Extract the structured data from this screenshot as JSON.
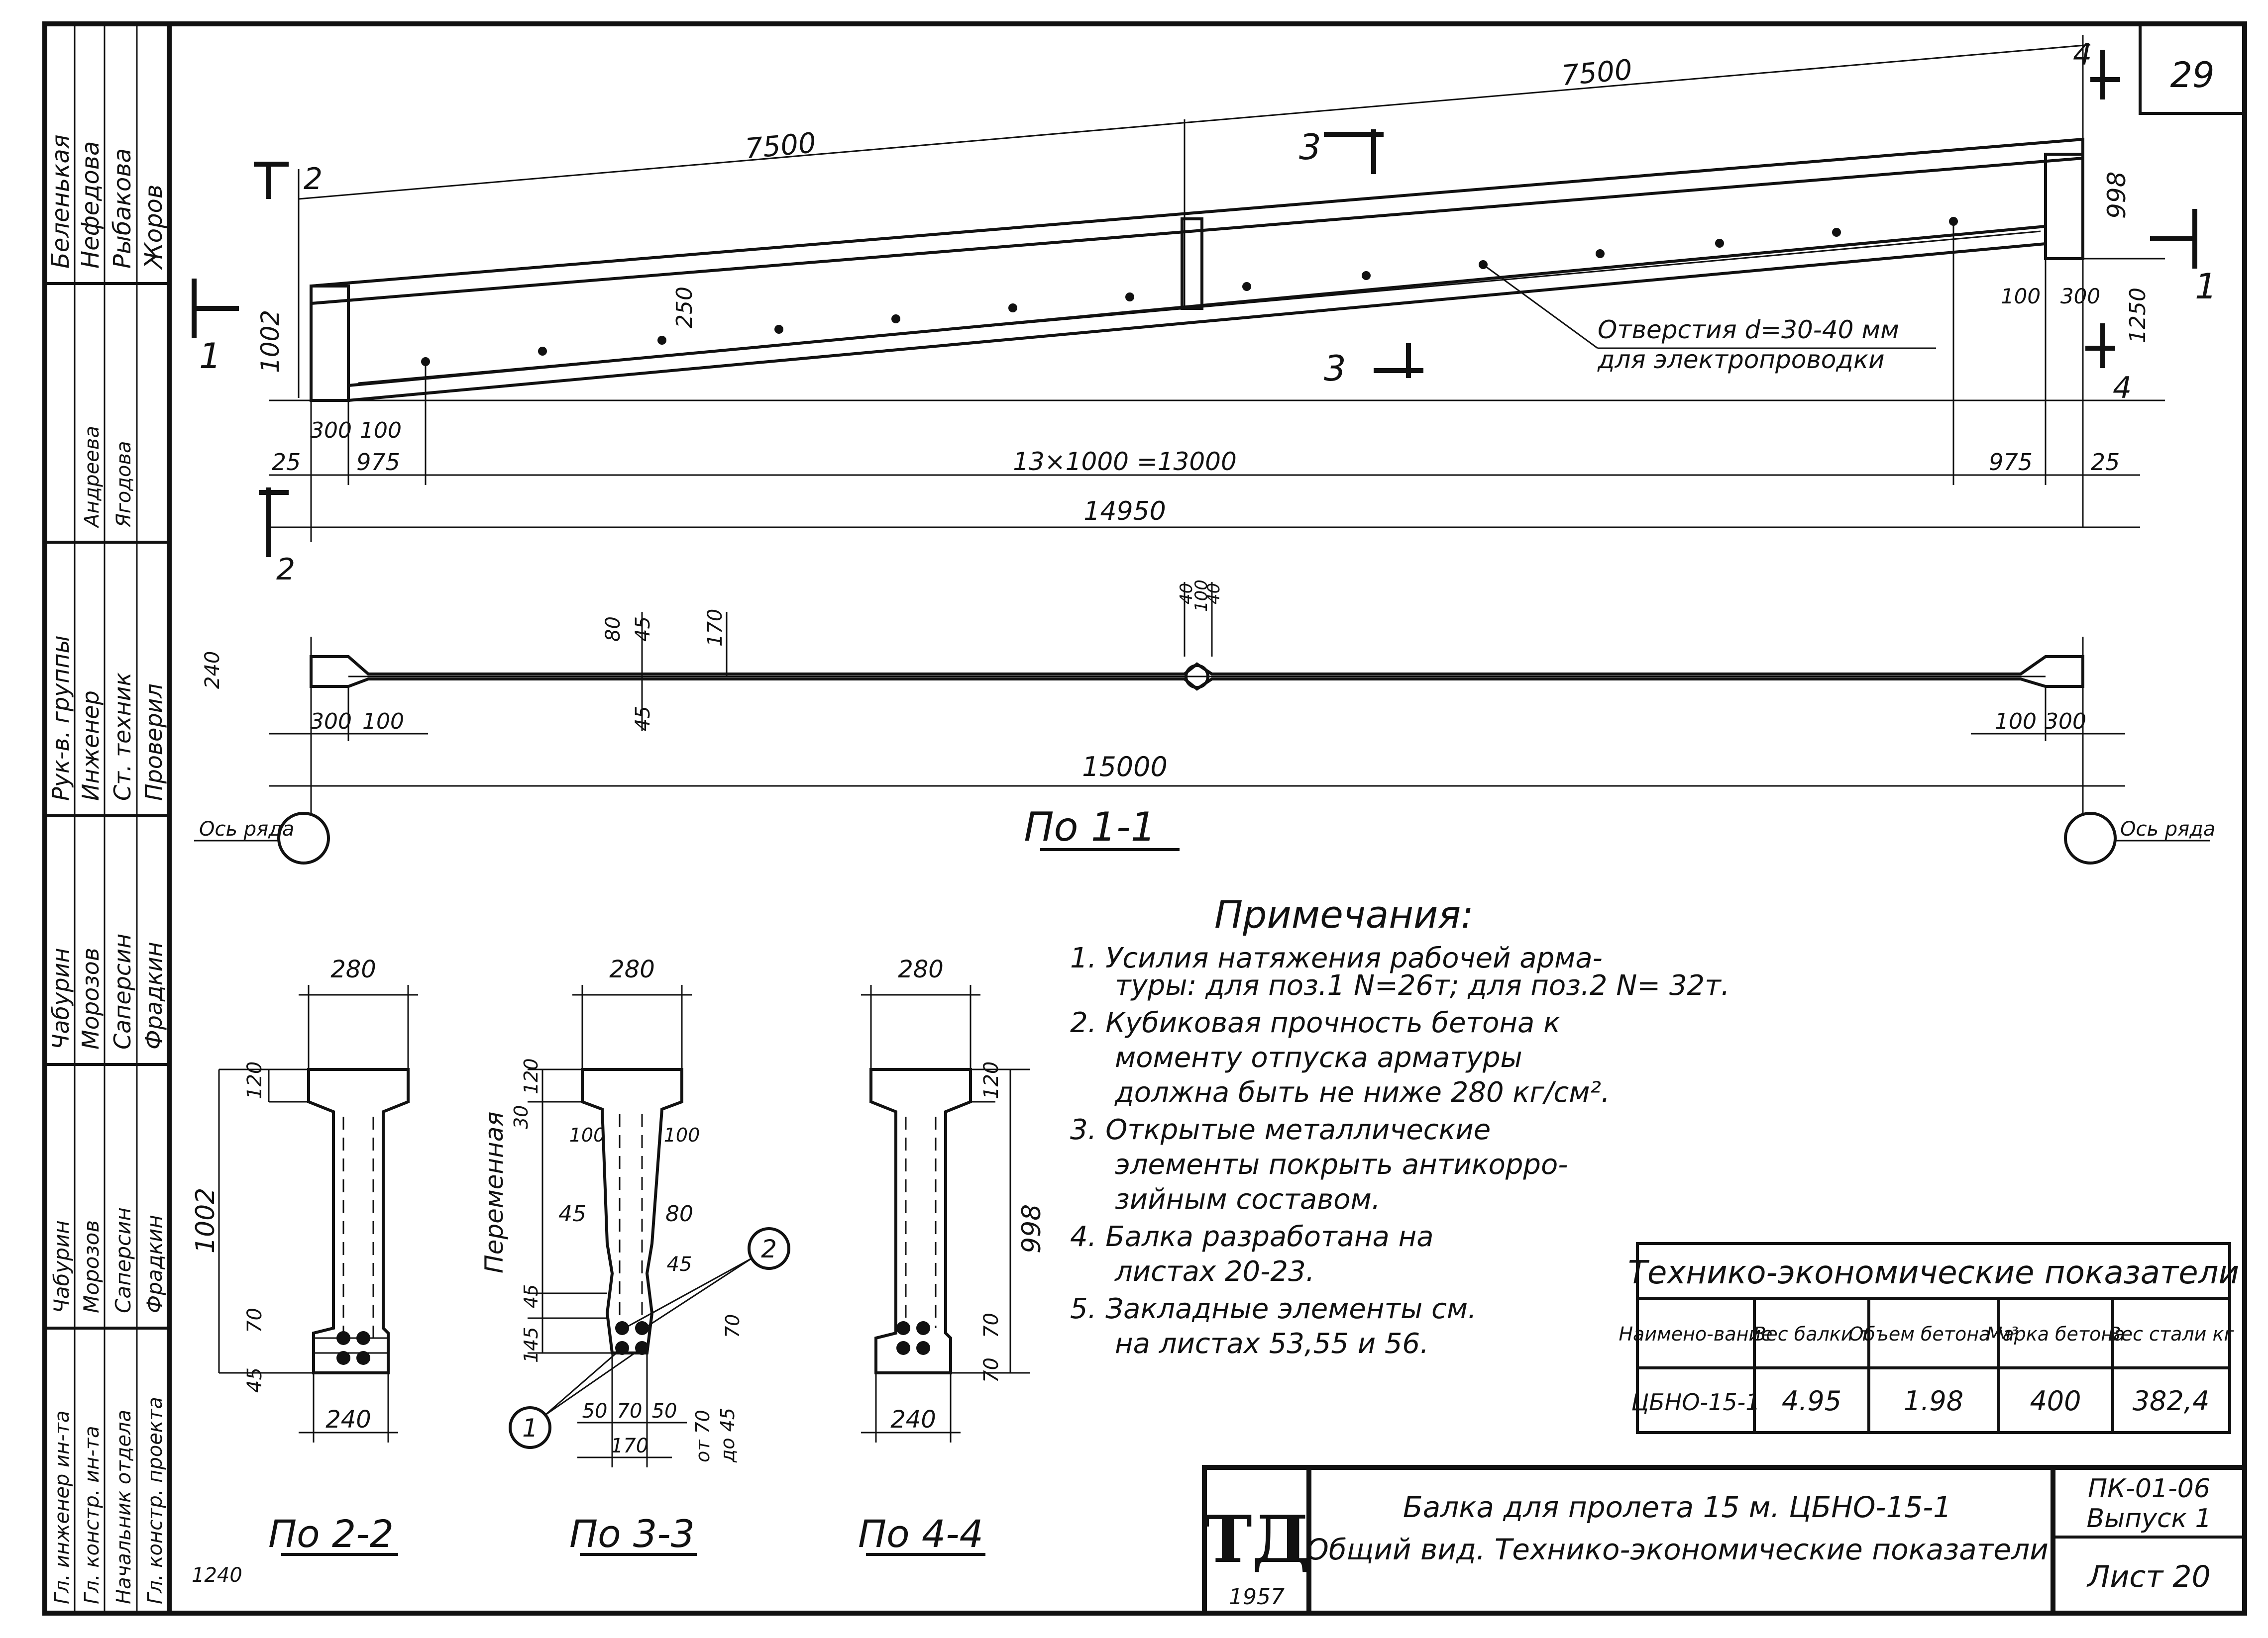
{
  "sheet_number": "29",
  "side_stamp": {
    "top_names": [
      "Беленькая",
      "Нефедова",
      "Рыбакова",
      "Жоров"
    ],
    "top_signatures": [
      "Андреева",
      "Ягодова"
    ],
    "group_roles": [
      "Рук-в. группы",
      "Инженер",
      "Ст. техник",
      "Проверил"
    ],
    "group_names": [
      "Чабурин",
      "Морозов",
      "Саперсин",
      "Фрадкин"
    ],
    "group_signatures": [
      "Чабурин",
      "Морозов",
      "Саперсин",
      "Фрадкин"
    ],
    "bottom_roles": [
      "Гл. инженер ин-та",
      "Гл. констр. ин-та",
      "Начальник отдела",
      "Гл. констр. проекта"
    ]
  },
  "main_view": {
    "dim_top_left": "7500",
    "dim_top_right": "7500",
    "dim_height_left": "1002",
    "dim_height_right": "998",
    "dim_right_lower": "1250",
    "dim_250": "250",
    "dim_300": "300",
    "dim_100": "100",
    "dim_25": "25",
    "dim_975": "975",
    "dim_spacing": "13×1000 =13000",
    "dim_total": "14950",
    "holes_note_1": "Отверстия d=30-40 мм",
    "holes_note_2": "для электропроводки",
    "cut_1": "1",
    "cut_2": "2",
    "cut_3": "3",
    "cut_4": "4"
  },
  "plan_view": {
    "dim_240": "240",
    "dim_80": "80",
    "dim_45": "45",
    "dim_170": "170",
    "dim_40": "40",
    "dim_100": "100",
    "dim_300": "300",
    "dim_total": "15000",
    "axis_label_left": "Ось ряда",
    "axis_label_right": "Ось ряда",
    "view_title": "По 1-1"
  },
  "notes": {
    "title": "Примечания:",
    "items": [
      "1. Усилия натяжения рабочей арма-",
      "туры: для поз.1 N=26т; для поз.2 N= 32т.",
      "2. Кубиковая прочность бетона к",
      "моменту отпуска арматуры",
      "должна быть не ниже 280 кг/см².",
      "3. Открытые металлические",
      "элементы покрыть антикорро-",
      "зийным составом.",
      "4. Балка разработана на",
      "листах 20-23.",
      "5. Закладные элементы см.",
      "на листах 53,55 и 56."
    ]
  },
  "sections": {
    "s22": {
      "title": "По 2-2",
      "w_top": "280",
      "w_bottom": "240",
      "h": "1002",
      "d120": "120",
      "d70": "70",
      "d45": "45"
    },
    "s33": {
      "title": "По 3-3",
      "w_top": "280",
      "w_bottom": "170",
      "variable": "Переменная",
      "d120": "120",
      "d30": "30",
      "d100a": "100",
      "d100b": "100",
      "d45a": "45",
      "d80": "80",
      "d45b": "45",
      "d45c": "45",
      "d145": "145",
      "d70": "70",
      "d50a": "50",
      "d70b": "70",
      "d50b": "50",
      "note_from": "от 70",
      "note_to": "до 45",
      "callout_1": "1",
      "callout_2": "2"
    },
    "s44": {
      "title": "По 4-4",
      "w_top": "280",
      "w_bottom": "240",
      "h": "998",
      "d120": "120",
      "d70a": "70",
      "d70b": "70"
    }
  },
  "table": {
    "title": "Технико-экономические показатели",
    "headers": [
      "Наимено-вание",
      "Вес балки т",
      "Объем бетона м³",
      "Марка бетона",
      "Вес стали кг"
    ],
    "row": [
      "ЦБНО-15-1",
      "4.95",
      "1.98",
      "400",
      "382,4"
    ]
  },
  "title_block": {
    "logo": "ТД",
    "year": "1957",
    "line1": "Балка для пролета 15 м. ЦБНО-15-1",
    "line2": "Общий вид. Технико-экономические показатели",
    "code": "ПК-01-06",
    "issue": "Выпуск 1",
    "sheet": "Лист 20"
  },
  "corner_number": "1240"
}
